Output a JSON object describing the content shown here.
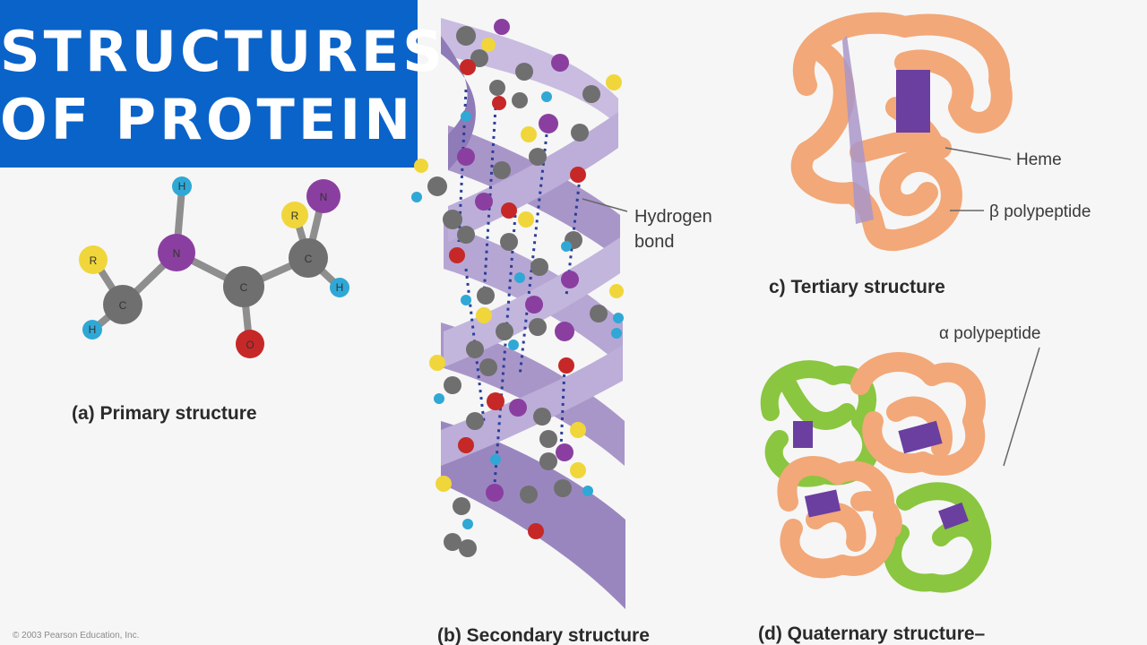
{
  "title": {
    "line1": "STRUCTURES",
    "line2": "OF PROTEIN"
  },
  "colors": {
    "banner": "#0a63c9",
    "helix": "#a996c9",
    "coil": "#f2a878",
    "alpha_chain": "#8ac63f",
    "heme": "#6a3fa0",
    "carbon": "#6f6f6f",
    "nitrogen": "#8a3fa0",
    "oxygen": "#c62828",
    "hydrogen": "#2fa8d6",
    "r_group": "#f0d63a"
  },
  "primary": {
    "caption": "(a)  Primary structure",
    "atoms": {
      "carbon": "C",
      "nitrogen": "N",
      "oxygen": "O",
      "hydrogen": "H",
      "r_group": "R"
    }
  },
  "secondary": {
    "caption": "(b) Secondary structure",
    "label_hbond_line1": "Hydrogen",
    "label_hbond_line2": "bond"
  },
  "tertiary": {
    "caption": "c) Tertiary structure",
    "label_heme": "Heme",
    "label_beta": "β polypeptide"
  },
  "quaternary": {
    "caption": "(d) Quaternary structure–",
    "label_alpha": "α polypeptide"
  },
  "copyright": "© 2003 Pearson Education, Inc."
}
